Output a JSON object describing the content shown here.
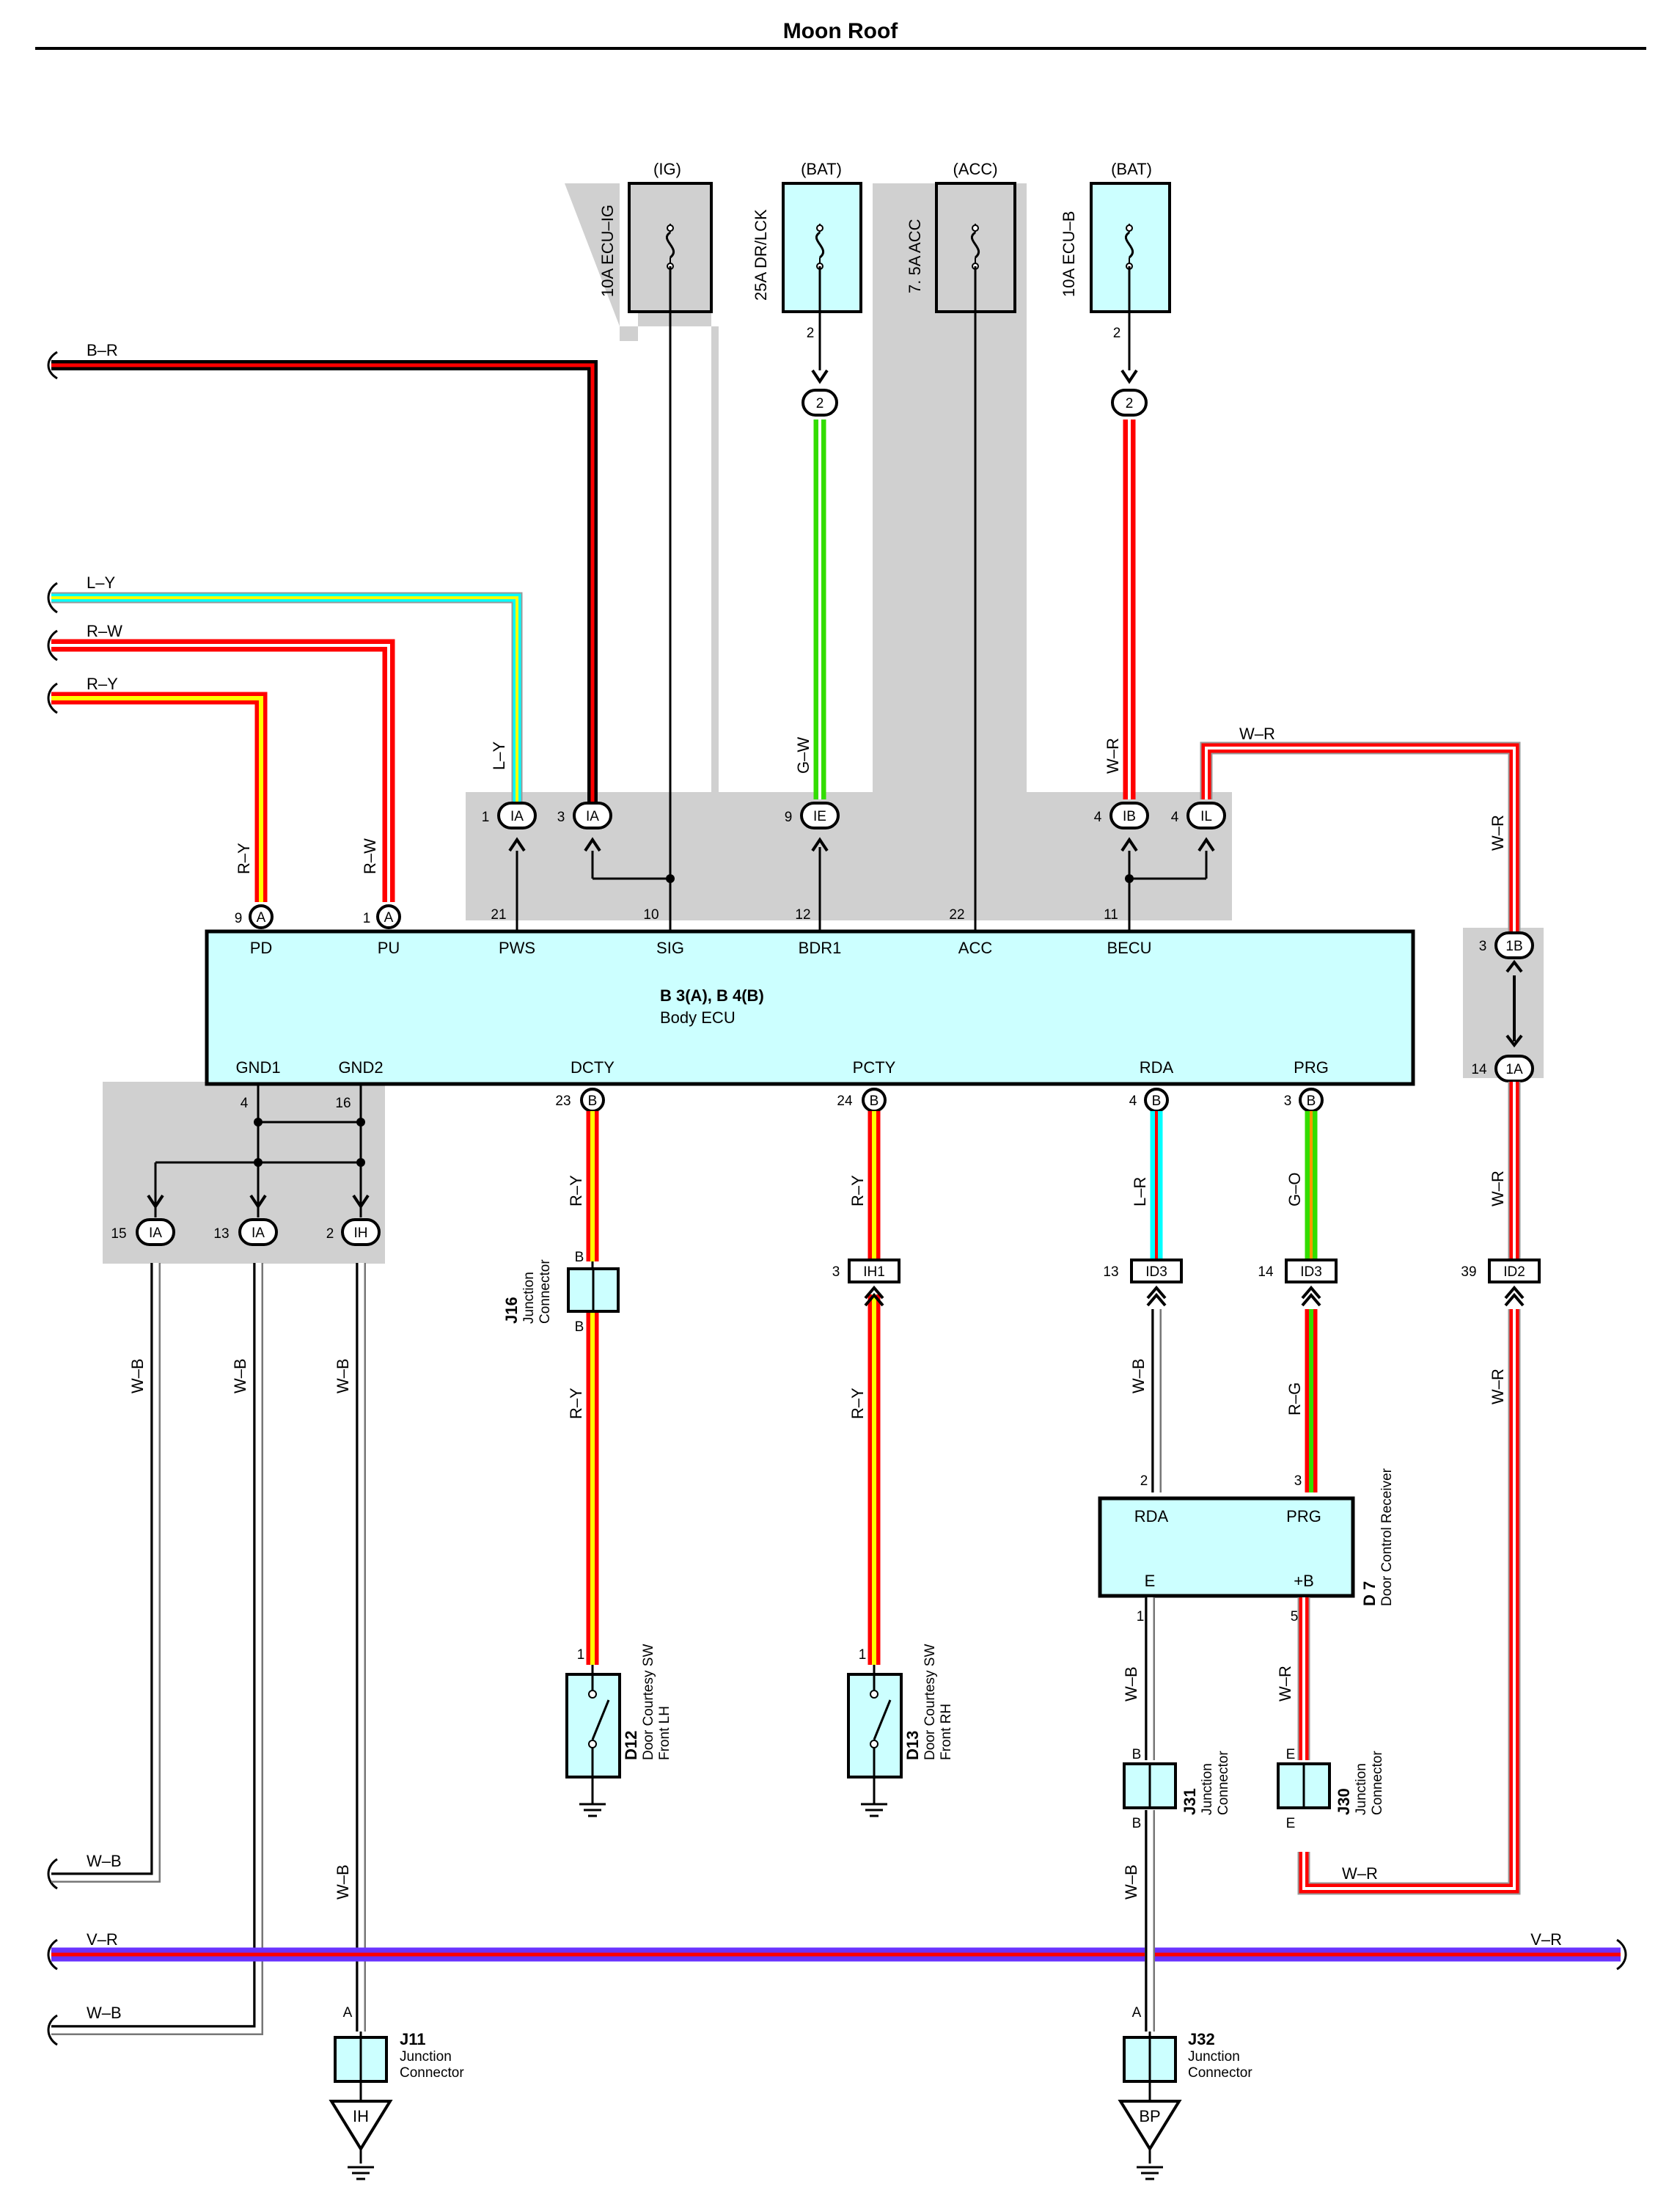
{
  "title": "Moon Roof",
  "fuses": [
    {
      "id": "ig",
      "supply": "(IG)",
      "name": "10A ECU–IG",
      "pin": ""
    },
    {
      "id": "drlck",
      "supply": "(BAT)",
      "name": "25A DR/LCK",
      "pin": "2"
    },
    {
      "id": "acc",
      "supply": "(ACC)",
      "name": "7. 5A ACC",
      "pin": ""
    },
    {
      "id": "ecub",
      "supply": "(BAT)",
      "name": "10A ECU–B",
      "pin": "2"
    }
  ],
  "ecu": {
    "label": "B 3(A), B 4(B)",
    "name": "Body ECU",
    "top_terminals": [
      {
        "name": "PD",
        "pin": "9",
        "conn": "A"
      },
      {
        "name": "PU",
        "pin": "1",
        "conn": "A"
      },
      {
        "name": "PWS",
        "pin": "21"
      },
      {
        "name": "SIG",
        "pin": "10"
      },
      {
        "name": "BDR1",
        "pin": "12"
      },
      {
        "name": "ACC",
        "pin": "22"
      },
      {
        "name": "BECU",
        "pin": "11"
      }
    ],
    "bottom_terminals": [
      {
        "name": "GND1",
        "pin": "4"
      },
      {
        "name": "GND2",
        "pin": "16"
      },
      {
        "name": "DCTY",
        "pin": "23",
        "conn": "B"
      },
      {
        "name": "PCTY",
        "pin": "24",
        "conn": "B"
      },
      {
        "name": "RDA",
        "pin": "4",
        "conn": "B"
      },
      {
        "name": "PRG",
        "pin": "3",
        "conn": "B"
      }
    ]
  },
  "wire_colors": {
    "B-R": "B–R",
    "L-Y": "L–Y",
    "R-W": "R–W",
    "R-Y": "R–Y",
    "G-W": "G–W",
    "W-R": "W–R",
    "W-B": "W–B",
    "V-R": "V–R",
    "L-R": "L–R",
    "G-O": "G–O",
    "R-G": "R–G"
  },
  "connectors": {
    "ia": "IA",
    "ie": "IE",
    "ib": "IB",
    "il": "IL",
    "ih": "IH",
    "ih1": "IH1",
    "id3": "ID3",
    "id2": "ID2",
    "1b": "1B",
    "1a": "1A",
    "two": "2",
    "a": "A",
    "b": "B"
  },
  "pins": {
    "p1": "1",
    "p2": "2",
    "p3": "3",
    "p4": "4",
    "p5": "5",
    "p9": "9",
    "p13": "13",
    "p14": "14",
    "p15": "15",
    "p39": "39"
  },
  "components": {
    "j16": {
      "code": "J16",
      "line1": "Junction",
      "line2": "Connector",
      "pin_top": "B",
      "pin_bottom": "B"
    },
    "d12": {
      "code": "D12",
      "line1": "Door Courtesy SW",
      "line2": "Front LH"
    },
    "d13": {
      "code": "D13",
      "line1": "Door Courtesy SW",
      "line2": "Front RH"
    },
    "d7": {
      "code": "D 7",
      "name": "Door Control Receiver",
      "t_rda": "RDA",
      "t_prg": "PRG",
      "t_e": "E",
      "t_b": "+B"
    },
    "j31": {
      "code": "J31",
      "line1": "Junction",
      "line2": "Connector",
      "pin_top": "B",
      "pin_bottom": "B"
    },
    "j30": {
      "code": "J30",
      "line1": "Junction",
      "line2": "Connector",
      "pin_top": "E",
      "pin_bottom": "E"
    },
    "j11": {
      "code": "J11",
      "line1": "Junction",
      "line2": "Connector",
      "pin": "A"
    },
    "j32": {
      "code": "J32",
      "line1": "Junction",
      "line2": "Connector",
      "pin": "A"
    }
  },
  "grounds": {
    "ih": "IH",
    "bp": "BP"
  },
  "colors": {
    "ecu_fill": "#ccffff",
    "shade": "#d0d0d0",
    "red": "#ff0000",
    "yellow": "#ffff00",
    "cyan": "#00ffff",
    "green": "#33dd00",
    "violet": "#6a33ff",
    "black": "#000000"
  }
}
